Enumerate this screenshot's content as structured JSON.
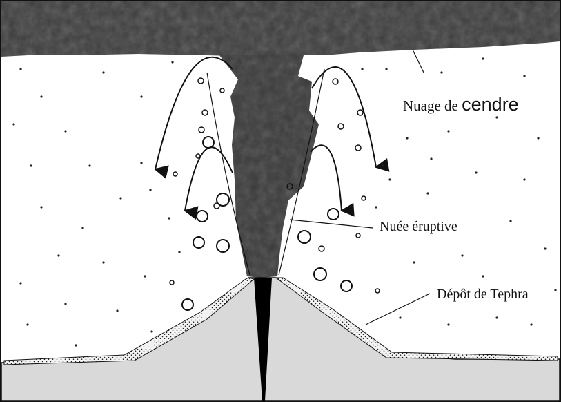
{
  "diagram": {
    "labels": {
      "ash_cloud_prefix": "Nuage de ",
      "ash_cloud_word": "cendre",
      "eruptive_cloud": "Nuée éruptive",
      "tephra_deposit": "Dépôt de Tephra"
    },
    "colors": {
      "ash": "#3a3a3a",
      "ash_dark": "#1f1f1f",
      "ground": "#d9d9d9",
      "deposit": "#f2f2f2",
      "ink": "#111111"
    }
  }
}
